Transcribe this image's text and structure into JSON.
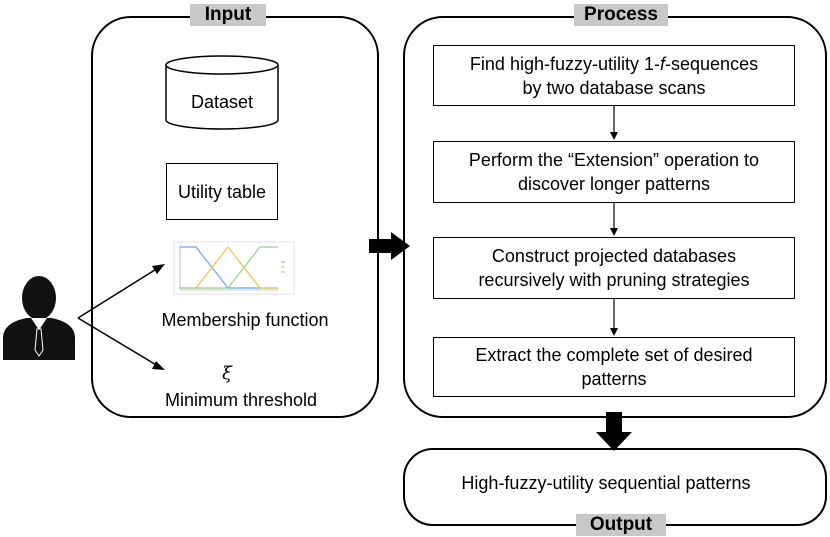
{
  "input": {
    "title": "Input",
    "dataset": "Dataset",
    "utility_table": "Utility table",
    "membership_function": "Membership function",
    "xi_symbol": "ξ",
    "minimum_threshold": "Minimum threshold"
  },
  "process": {
    "title": "Process",
    "steps": [
      "Find high-fuzzy-utility 1-f-sequences by two database scans",
      "Perform the “Extension” operation to discover longer patterns",
      "Construct projected databases recursively with pruning strategies",
      "Extract the complete set of desired patterns"
    ],
    "step1_line1_a": "Find high-fuzzy-utility 1-",
    "step1_italic": "f",
    "step1_line1_b": "-sequences",
    "step1_line2": "by two database scans"
  },
  "output": {
    "title": "Output",
    "result": "High-fuzzy-utility sequential patterns"
  },
  "colors": {
    "tag_bg": "#c8c8c8",
    "mf_low": "#6aa8e0",
    "mf_middle": "#f0c050",
    "mf_high": "#8fd08f"
  }
}
